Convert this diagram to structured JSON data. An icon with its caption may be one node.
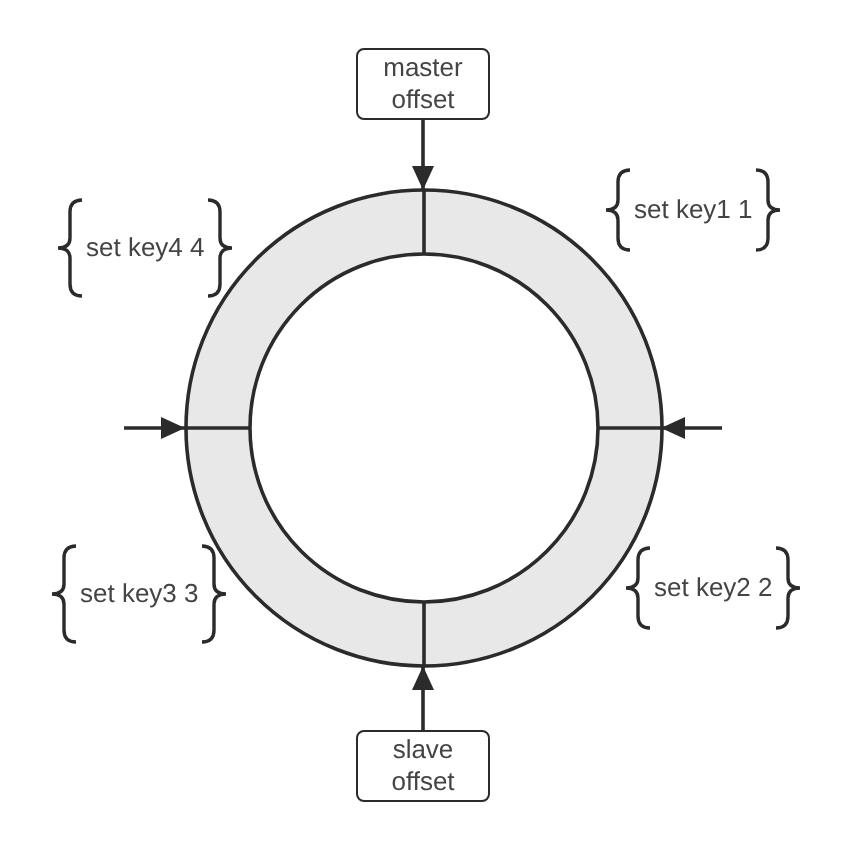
{
  "diagram": {
    "nodes": [
      {
        "text": [
          "master offset"
        ]
      },
      {
        "text": [],
        "shape": "ring"
      },
      {
        "text": [
          "slave offset"
        ]
      }
    ],
    "edges": [
      {
        "from": 0,
        "to": 1,
        "arrow": "to"
      },
      {
        "from": null,
        "to": 1,
        "arrow": "to"
      },
      {
        "from": null,
        "to": 1,
        "arrow": "to"
      },
      {
        "from": 2,
        "to": 1,
        "arrow": "to"
      }
    ],
    "labels": [
      "set key4 4",
      "set key1 1",
      "set key3 3",
      "set key2 2"
    ]
  }
}
